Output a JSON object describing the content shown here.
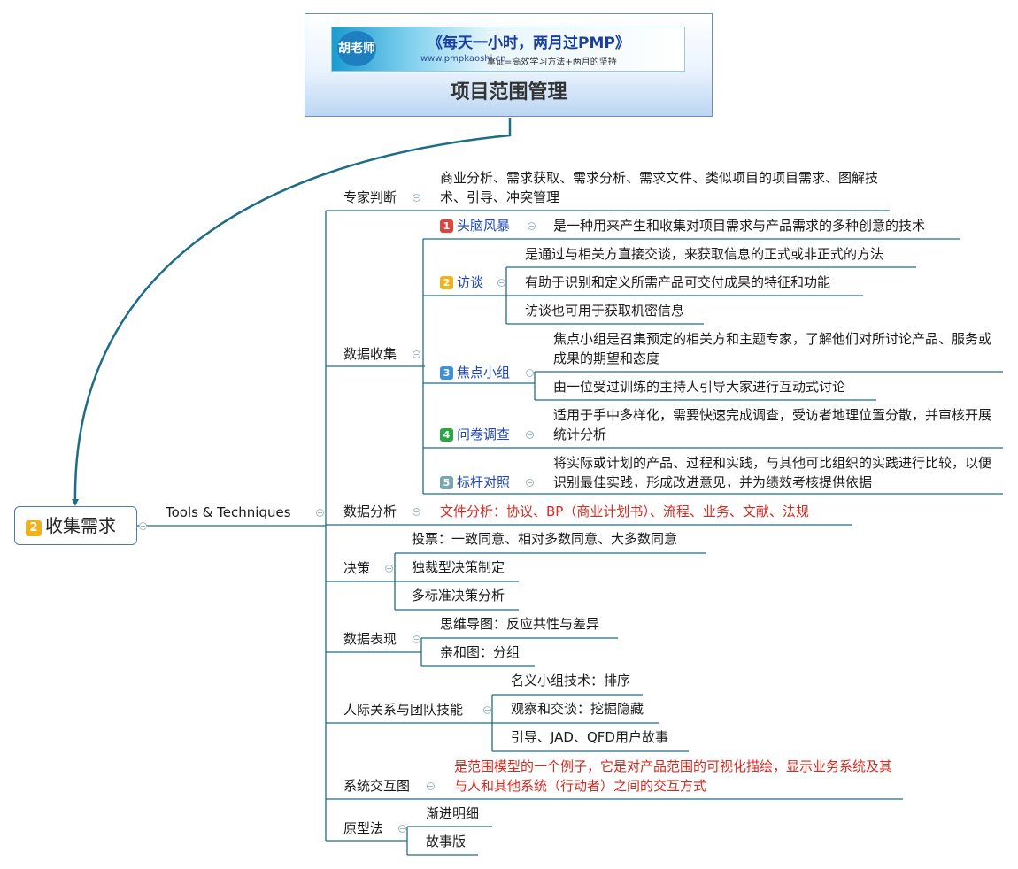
{
  "root": {
    "title": "项目范围管理",
    "banner": {
      "logo_text": "胡老师",
      "slogan": "《每天一小时，两月过PMP》",
      "site": "www.pmpkaoshi.cn",
      "motto": "拿证=高效学习方法+两月的坚持"
    }
  },
  "main_topic": {
    "badge": "2",
    "label": "收集需求"
  },
  "branch": {
    "label": "Tools & Techniques"
  },
  "colors": {
    "line": "#1e6d86",
    "red_text": "#d8291f",
    "blue_text": "#1f47b8",
    "badge1": "#e0443c",
    "badge2": "#f1b21a",
    "badge3": "#3f8fe0",
    "badge4": "#28a745",
    "badge5": "#7aa6b4"
  },
  "nodes": {
    "expert": {
      "label": "专家判断",
      "detail": "商业分析、需求获取、需求分析、需求文件、类似项目的项目需求、图解技术、引导、冲突管理"
    },
    "data_collection": {
      "label": "数据收集",
      "brainstorm": {
        "badge": "1",
        "label": "头脑风暴",
        "detail": "是一种用来产生和收集对项目需求与产品需求的多种创意的技术"
      },
      "interview": {
        "badge": "2",
        "label": "访谈",
        "details": [
          "是通过与相关方直接交谈，来获取信息的正式或非正式的方法",
          "有助于识别和定义所需产品可交付成果的特征和功能",
          "访谈也可用于获取机密信息"
        ]
      },
      "focus": {
        "badge": "3",
        "label": "焦点小组",
        "details": [
          "焦点小组是召集预定的相关方和主题专家，了解他们对所讨论产品、服务或成果的期望和态度",
          "由一位受过训练的主持人引导大家进行互动式讨论"
        ]
      },
      "survey": {
        "badge": "4",
        "label": "问卷调查",
        "detail": "适用于手中多样化，需要快速完成调查，受访者地理位置分散，并审核开展统计分析"
      },
      "benchmark": {
        "badge": "5",
        "label": "标杆对照",
        "detail": "将实际或计划的产品、过程和实践，与其他可比组织的实践进行比较，以便识别最佳实践，形成改进意见，并为绩效考核提供依据"
      }
    },
    "data_analysis": {
      "label": "数据分析",
      "detail": "文件分析：协议、BP（商业计划书）、流程、业务、文献、法规"
    },
    "decision": {
      "label": "决策",
      "details": [
        "投票：一致同意、相对多数同意、大多数同意",
        "独裁型决策制定",
        "多标准决策分析"
      ]
    },
    "data_repr": {
      "label": "数据表现",
      "details": [
        "思维导图：反应共性与差异",
        "亲和图：分组"
      ]
    },
    "interpersonal": {
      "label": "人际关系与团队技能",
      "details": [
        "名义小组技术：排序",
        "观察和交谈：挖掘隐藏",
        "引导、JAD、QFD用户故事"
      ]
    },
    "context": {
      "label": "系统交互图",
      "detail": "是范围模型的一个例子，它是对产品范围的可视化描绘，显示业务系统及其与人和其他系统（行动者）之间的交互方式"
    },
    "prototype": {
      "label": "原型法",
      "details": [
        "渐进明细",
        "故事版"
      ]
    }
  }
}
